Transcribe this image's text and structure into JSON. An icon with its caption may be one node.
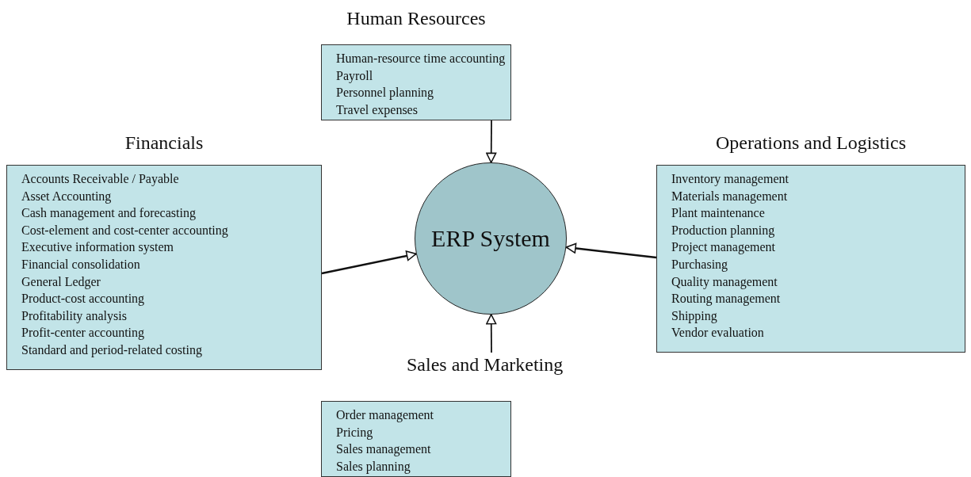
{
  "diagram": {
    "nodes": [
      {
        "text": [
          "Human Resources",
          "Human-resource time accounting",
          "Payroll",
          "Personnel planning",
          "Travel expenses"
        ]
      },
      {
        "text": [
          "Financials",
          "Accounts Receivable / Payable",
          "Asset Accounting",
          "Cash management and forecasting",
          "Cost-element and cost-center accounting",
          "Executive information system",
          "Financial consolidation",
          "General Ledger",
          "Product-cost accounting",
          "Profitability analysis",
          "Profit-center accounting",
          "Standard and period-related costing"
        ]
      },
      {
        "text": [
          "ERP System"
        ]
      },
      {
        "text": [
          "Operations and Logistics",
          "Inventory management",
          "Materials management",
          "Plant maintenance",
          "Production planning",
          "Project management",
          "Purchasing",
          "Quality management",
          "Routing management",
          "Shipping",
          "Vendor evaluation"
        ]
      },
      {
        "text": [
          "Sales and Marketing",
          "Order management",
          "Pricing",
          "Sales management",
          "Sales planning"
        ]
      }
    ],
    "edges": [
      {
        "from": 0,
        "to": 2,
        "arrow": "to"
      },
      {
        "from": 1,
        "to": 2,
        "arrow": "to"
      },
      {
        "from": 3,
        "to": 2,
        "arrow": "to"
      },
      {
        "from": 4,
        "to": 2,
        "arrow": "to"
      }
    ]
  }
}
